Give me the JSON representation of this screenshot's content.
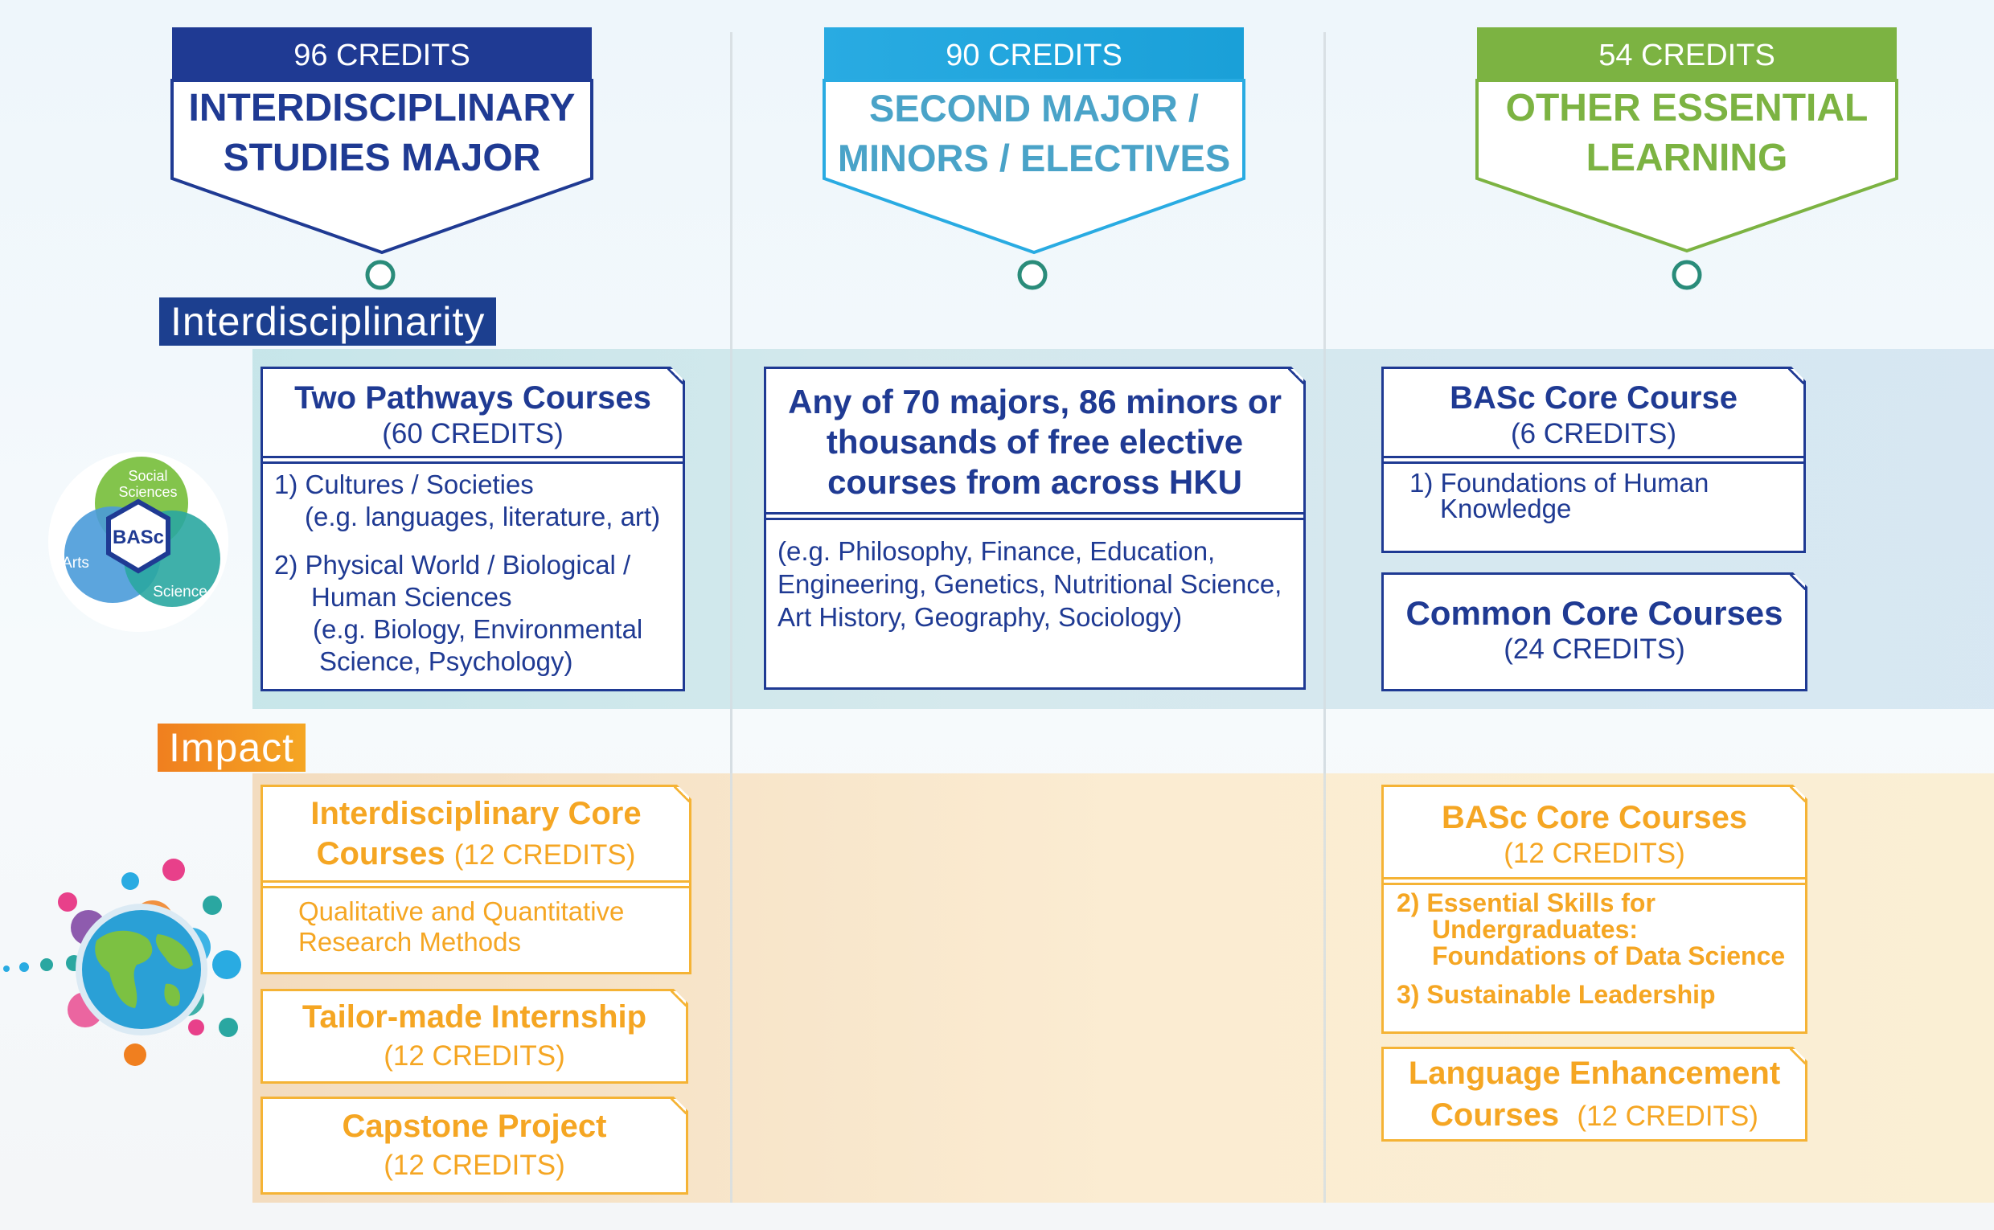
{
  "headers": [
    {
      "credits": "96 CREDITS",
      "title_line1": "INTERDISCIPLINARY",
      "title_line2": "STUDIES MAJOR"
    },
    {
      "credits": "90 CREDITS",
      "title_line1": "SECOND MAJOR /",
      "title_line2": "MINORS / ELECTIVES"
    },
    {
      "credits": "54 CREDITS",
      "title_line1": "OTHER ESSENTIAL",
      "title_line2": "LEARNING"
    }
  ],
  "sections": {
    "interdisciplinarity": "Interdisciplinarity",
    "impact": "Impact"
  },
  "logo": {
    "social": "Social",
    "sciences": "Sciences",
    "arts": "Arts",
    "center": "BASc",
    "science": "Science"
  },
  "cards": {
    "pathways": {
      "title": "Two Pathways Courses",
      "credits": "(60 CREDITS)",
      "item1": "1) Cultures / Societies",
      "item1_eg": "(e.g. languages, literature, art)",
      "item2a": "2) Physical World / Biological /",
      "item2b": "Human Sciences",
      "item2_eg1": "(e.g. Biology, Environmental",
      "item2_eg2": "Science, Psychology)"
    },
    "any": {
      "line1": "Any of 70 majors, 86 minors or",
      "line2": "thousands of free elective",
      "line3": "courses from across HKU",
      "eg1": "(e.g. Philosophy, Finance, Education,",
      "eg2": "Engineering, Genetics, Nutritional Science,",
      "eg3": "Art History, Geography, Sociology)"
    },
    "basc_core": {
      "title": "BASc Core Course",
      "credits": "(6 CREDITS)",
      "item1a": "1) Foundations of Human",
      "item1b": "Knowledge"
    },
    "common_core": {
      "title": "Common Core Courses",
      "credits": "(24 CREDITS)"
    },
    "idc": {
      "title1": "Interdisciplinary Core",
      "title2": "Courses",
      "credits": "(12 CREDITS)",
      "body1": "Qualitative and Quantitative",
      "body2": "Research Methods"
    },
    "internship": {
      "title": "Tailor-made Internship",
      "credits": "(12 CREDITS)"
    },
    "capstone": {
      "title": "Capstone Project",
      "credits": "(12 CREDITS)"
    },
    "basc_cores": {
      "title": "BASc Core Courses",
      "credits": "(12 CREDITS)",
      "item2a": "2) Essential Skills for",
      "item2b": "Undergraduates:",
      "item2c": "Foundations of Data Science",
      "item3": "3) Sustainable Leadership"
    },
    "language": {
      "title1": "Language Enhancement",
      "title2": "Courses",
      "credits": "(12 CREDITS)"
    }
  },
  "colors": {
    "navy": "#1f3a93",
    "cyan": "#29abe2",
    "green": "#7cb342",
    "orange": "#f5a623",
    "tag_blue": "#1c3f8f",
    "tag_orange": "#f07f1f"
  }
}
